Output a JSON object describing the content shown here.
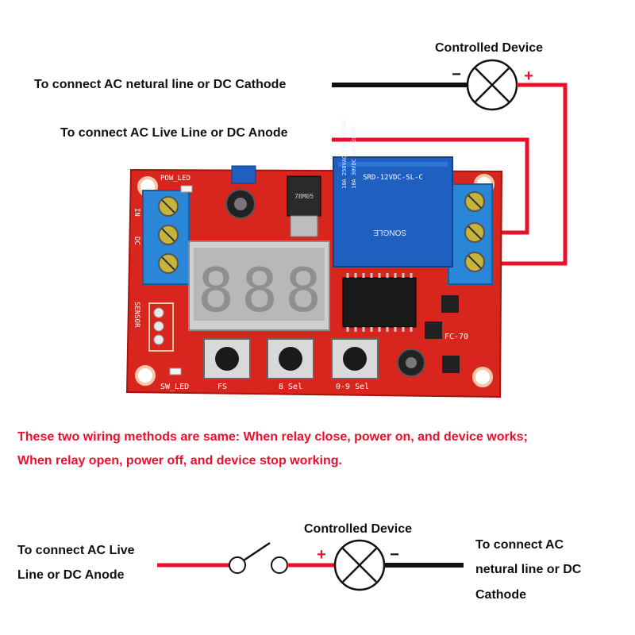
{
  "top": {
    "device_label": "Controlled Device",
    "minus": "−",
    "plus": "+",
    "label_neutral": "To connect AC netural line or DC Cathode",
    "label_live": "To connect AC Live Line or DC Anode"
  },
  "board": {
    "pow_led": "POW_LED",
    "sw_led": "SW_LED",
    "sensor": "SENSOR",
    "in_label": "IN",
    "dc_label": "DC",
    "model": "FC-70",
    "button_1": "FS",
    "button_2": "8 Sel",
    "button_3": "0-9 Sel",
    "relay_model": "SRD-12VDC-SL-C",
    "relay_line1": "10A 250VAC 10A 125VAC",
    "relay_line2": "10A 30VDC 10A 28VDC",
    "relay_brand": "SONGLE",
    "regulator": "78M05"
  },
  "notes": {
    "line1": "These two wiring methods are same:  When relay close, power on, and device works;",
    "line2": "When relay open, power off, and device stop working."
  },
  "bottom": {
    "device_label": "Controlled Device",
    "plus": "+",
    "minus": "−",
    "left_line1": "To connect AC Live",
    "left_line2": "Line or DC Anode",
    "right_line1": "To connect AC",
    "right_line2": "netural line or DC",
    "right_line3": "Cathode"
  },
  "colors": {
    "wire_red": "#e8102a",
    "wire_black": "#111111",
    "pcb_red": "#d8261f",
    "relay_blue": "#1e5fbf",
    "terminal_blue": "#2a86d6"
  }
}
